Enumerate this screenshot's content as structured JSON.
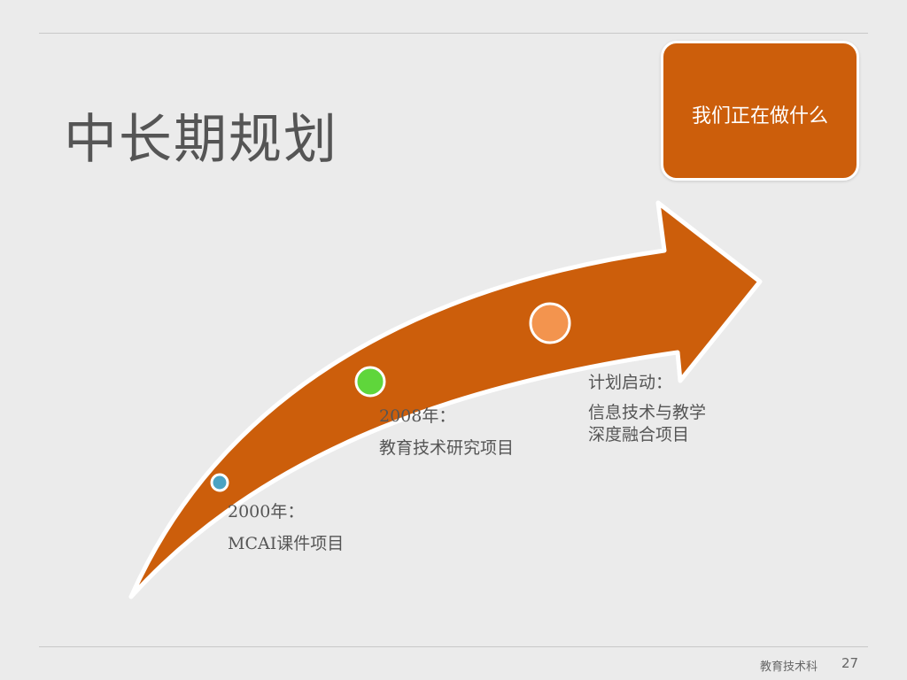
{
  "slide": {
    "title": "中长期规划",
    "callout": "我们正在做什么",
    "milestones": [
      {
        "year": "2000年：",
        "desc": "MCAI课件项目",
        "color": "#4ba3c3"
      },
      {
        "year": "2008年：",
        "desc": "教育技术研究项目",
        "color": "#5fd63b"
      },
      {
        "year": "计划启动：",
        "desc_line1": "信息技术与教学",
        "desc_line2": "深度融合项目",
        "color": "#f3944e"
      }
    ],
    "arrow_color": "#cc5e0b",
    "footer": "教育技术科",
    "page_number": "27"
  }
}
